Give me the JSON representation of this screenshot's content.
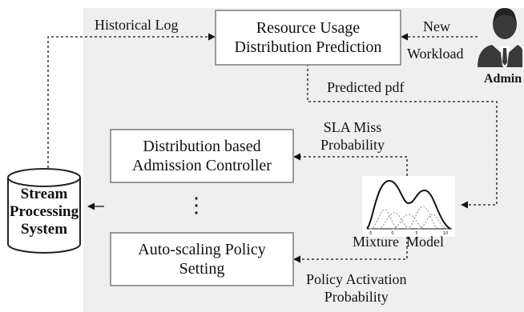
{
  "boxes": {
    "prediction": "Resource Usage\nDistribution Prediction",
    "admission": "Distribution based\nAdmission Controller",
    "autoscaling": "Auto-scaling Policy\nSetting"
  },
  "system": "Stream\nProcessing\nSystem",
  "labels": {
    "historical_log": "Historical Log",
    "new_workload_1": "New",
    "new_workload_2": "Workload",
    "admin": "Admin",
    "predicted_pdf": "Predicted pdf",
    "sla_miss": "SLA Miss\nProbability",
    "mixture_model": "Mixture  Model",
    "policy_activation": "Policy Activation\nProbability"
  },
  "ellipsis": "⋮",
  "mixture_axis_ticks": [
    "-5",
    "0",
    "5",
    "10"
  ],
  "colors": {
    "panel": "#efefef",
    "box_border": "#9a9a9a",
    "arrow": "#111111",
    "admin_icon": "#3a3a3a"
  }
}
